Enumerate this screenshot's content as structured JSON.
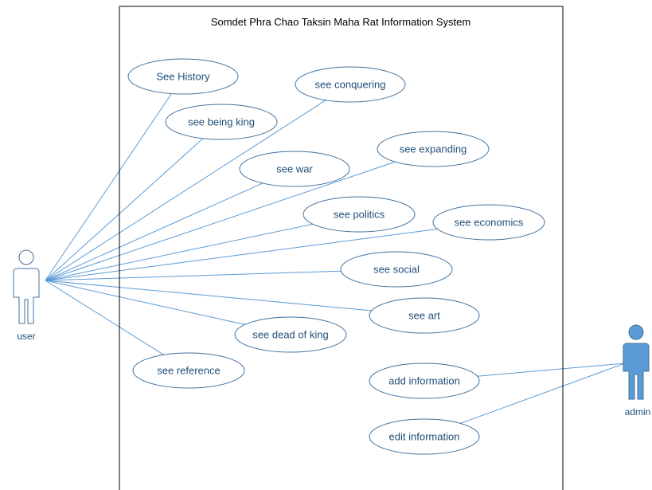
{
  "system": {
    "title": "Somdet Phra Chao Taksin Maha Rat Information System"
  },
  "actors": {
    "user": {
      "label": "user"
    },
    "admin": {
      "label": "admin"
    }
  },
  "use_cases": [
    {
      "label": "See History",
      "actor": "user"
    },
    {
      "label": "see conquering",
      "actor": "user"
    },
    {
      "label": "see being king",
      "actor": "user"
    },
    {
      "label": "see expanding",
      "actor": "user"
    },
    {
      "label": "see war",
      "actor": "user"
    },
    {
      "label": "see politics",
      "actor": "user"
    },
    {
      "label": "see economics",
      "actor": "user"
    },
    {
      "label": "see social",
      "actor": "user"
    },
    {
      "label": "see art",
      "actor": "user"
    },
    {
      "label": "see dead of king",
      "actor": "user"
    },
    {
      "label": "see reference",
      "actor": "user"
    },
    {
      "label": "add information",
      "actor": "admin"
    },
    {
      "label": "edit information",
      "actor": "admin"
    }
  ],
  "colors": {
    "line": "#5B9BD5",
    "ellipse_stroke": "#41719C",
    "text": "#1F4E79",
    "system_border": "#000000",
    "user_actor_fill": "#ffffff",
    "user_actor_stroke": "#41719C",
    "admin_actor_fill": "#5B9BD5",
    "admin_actor_stroke": "#41719C",
    "label_text": "#1F4E79"
  }
}
